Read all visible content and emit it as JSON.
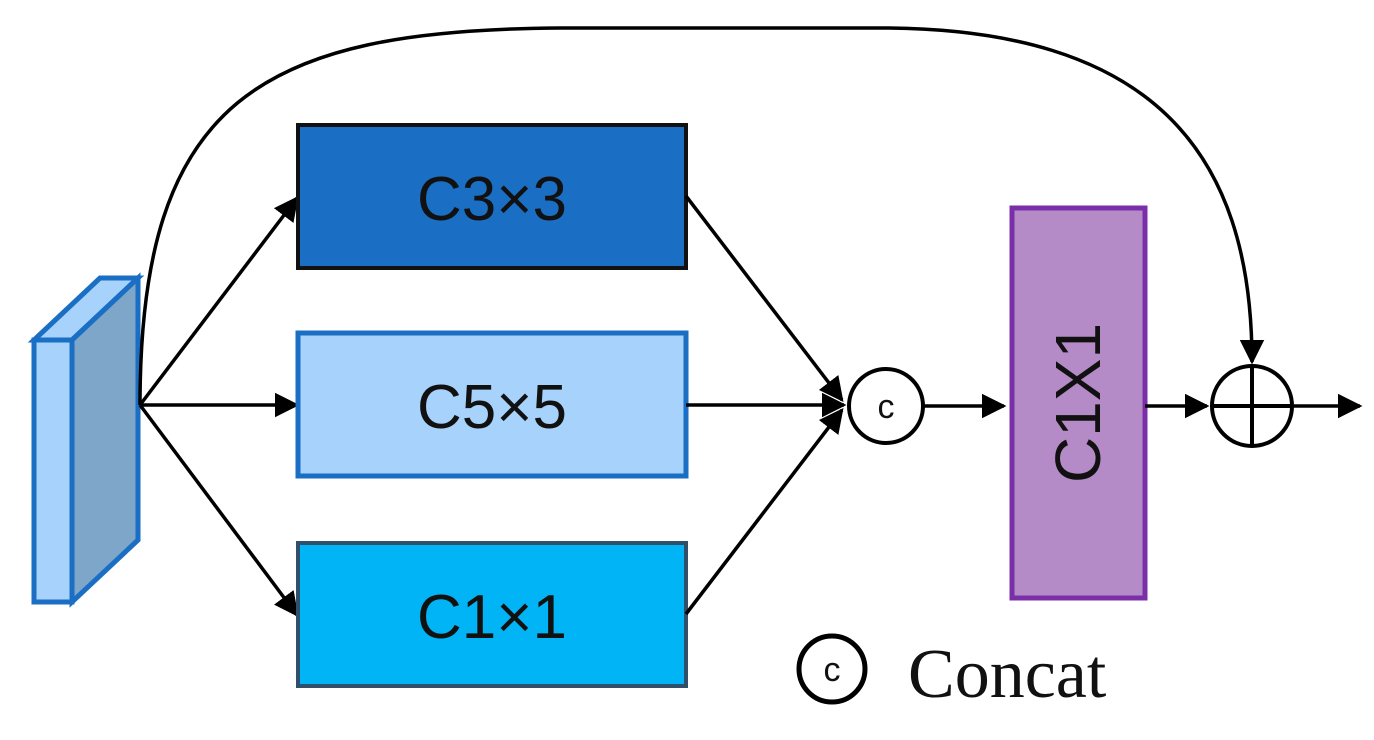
{
  "blocks": {
    "conv3": {
      "label": "C3×3",
      "fill": "#1A6FC4"
    },
    "conv5": {
      "label": "C5×5",
      "fill": "#A6D2FB"
    },
    "conv1": {
      "label": "C1×1",
      "fill": "#00B4F5"
    },
    "conv_1x1_out": {
      "label": "C1X1",
      "fill": "#B48BC7",
      "border": "#7A2FA8"
    }
  },
  "input_tensor": {
    "front": "#A6D2FB",
    "side": "#7EA6C9",
    "border": "#1A6FC4"
  },
  "concat_node": {
    "symbol": "c"
  },
  "legend": {
    "symbol": "c",
    "label": "Concat"
  }
}
